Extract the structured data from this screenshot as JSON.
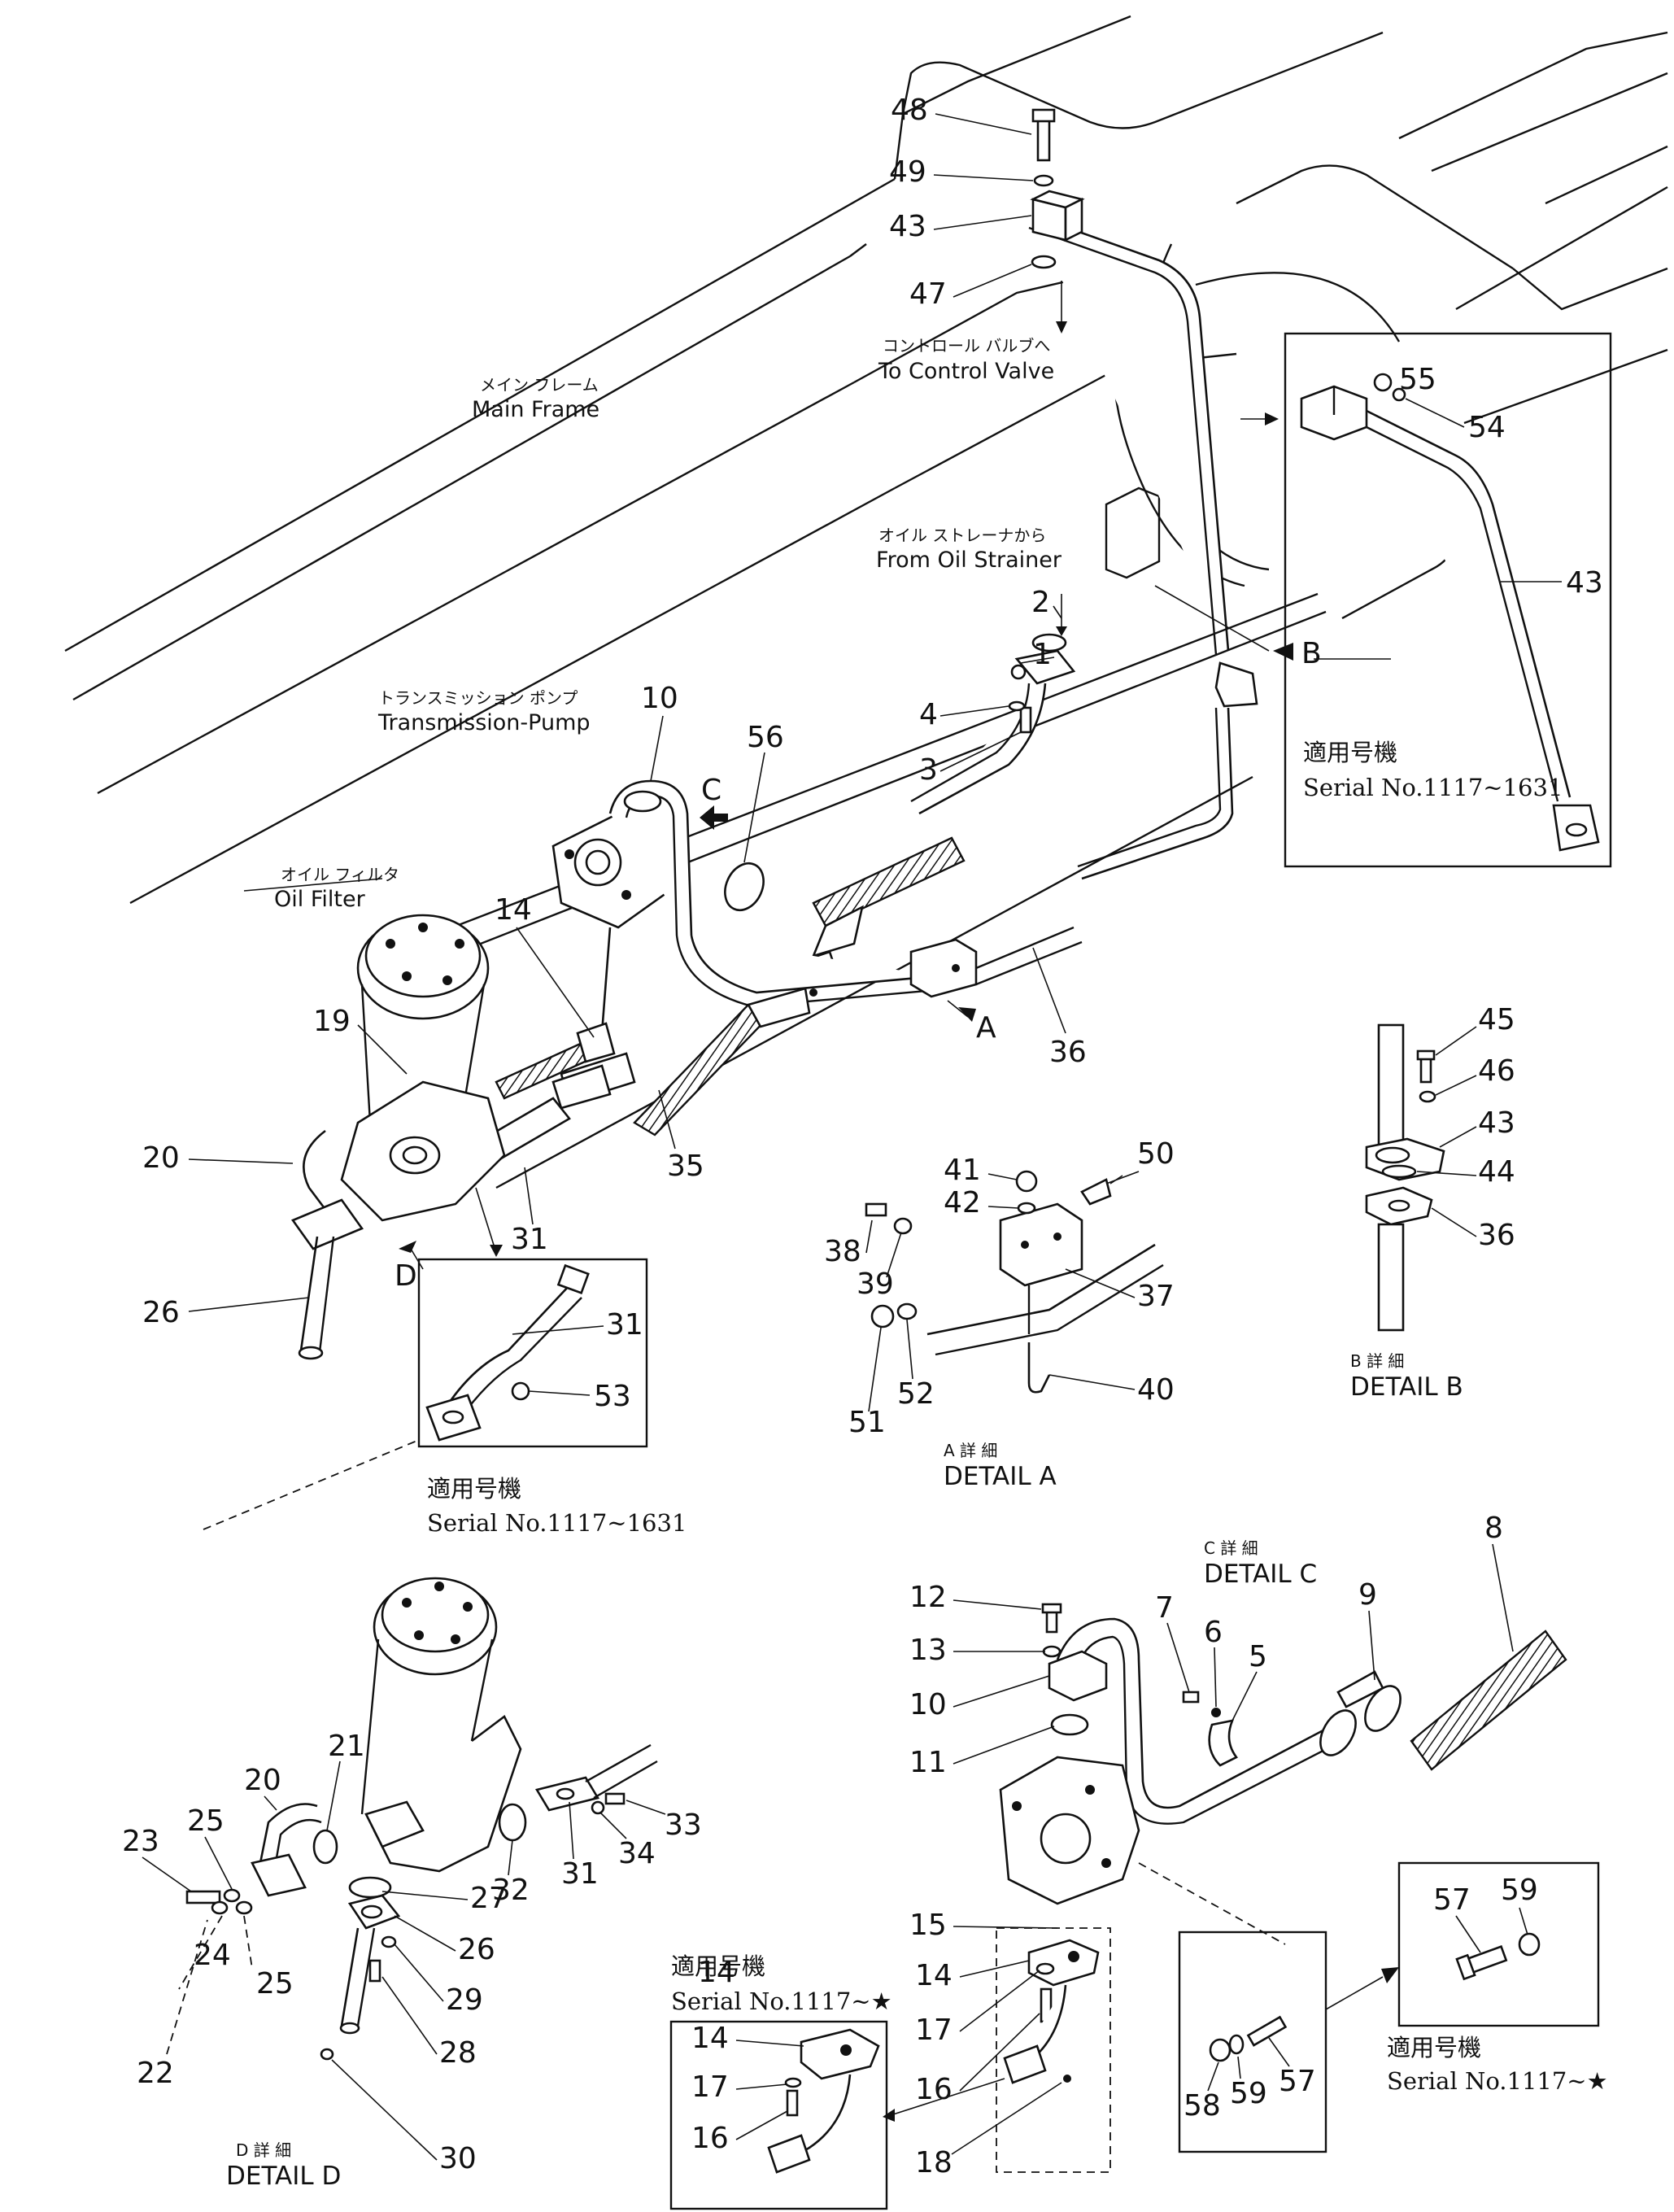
{
  "labels": {
    "main_frame_jp": "メイン フレーム",
    "main_frame": "Main Frame",
    "control_valve_jp": "コントロール バルブへ",
    "control_valve": "To Control Valve",
    "oil_strainer_jp": "オイル ストレーナから",
    "oil_strainer": "From Oil Strainer",
    "trans_pump_jp": "トランスミッション ポンプ",
    "trans_pump": "Transmission-Pump",
    "oil_filter_jp": "オイル フィルタ",
    "oil_filter": "Oil Filter"
  },
  "serial_boxes": {
    "top_right_jp": "適用号機",
    "top_right": "Serial No.1117~1631",
    "mid_left_jp": "適用号機",
    "mid_left": "Serial No.1117~1631",
    "bottom_mid_jp": "適用号機",
    "bottom_mid": "Serial No.1117~★",
    "bottom_right_jp": "適用号機",
    "bottom_right": "Serial No.1117~★"
  },
  "details": {
    "a_jp": "A 詳 細",
    "a": "DETAIL A",
    "b_jp": "B 詳 細",
    "b": "DETAIL B",
    "c_jp": "C 詳 細",
    "c": "DETAIL C",
    "d_jp": "D 詳 細",
    "d": "DETAIL D"
  },
  "view_letters": {
    "a": "A",
    "b": "B",
    "c": "C",
    "d": "D"
  },
  "part_numbers": {
    "p1": "1",
    "p2": "2",
    "p3": "3",
    "p4": "4",
    "p5": "5",
    "p6": "6",
    "p7": "7",
    "p8": "8",
    "p9": "9",
    "p10": "10",
    "p11": "11",
    "p12": "12",
    "p13": "13",
    "p14": "14",
    "p15": "15",
    "p16": "16",
    "p17": "17",
    "p18": "18",
    "p19": "19",
    "p20": "20",
    "p21": "21",
    "p22": "22",
    "p23": "23",
    "p24": "24",
    "p25": "25",
    "p26": "26",
    "p27": "27",
    "p28": "28",
    "p29": "29",
    "p30": "30",
    "p31": "31",
    "p32": "32",
    "p33": "33",
    "p34": "34",
    "p35": "35",
    "p36": "36",
    "p37": "37",
    "p38": "38",
    "p39": "39",
    "p40": "40",
    "p41": "41",
    "p42": "42",
    "p43": "43",
    "p44": "44",
    "p45": "45",
    "p46": "46",
    "p47": "47",
    "p48": "48",
    "p49": "49",
    "p50": "50",
    "p51": "51",
    "p52": "52",
    "p53": "53",
    "p54": "54",
    "p55": "55",
    "p56": "56",
    "p57": "57",
    "p58": "58",
    "p59": "59"
  }
}
